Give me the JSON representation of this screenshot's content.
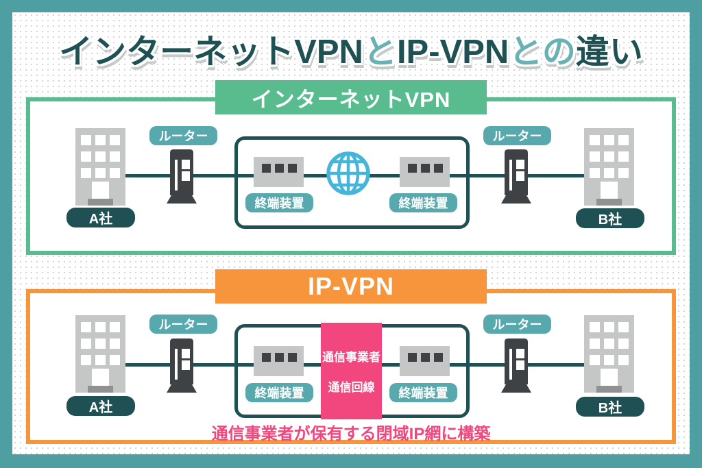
{
  "title": {
    "part1": "インターネットVPN",
    "part2": "と",
    "part3": "IP-VPN",
    "part4": "との",
    "part5": "違い"
  },
  "panel_top": {
    "header": "インターネットVPN"
  },
  "panel_bottom": {
    "header": "IP-VPN",
    "carrier_line1": "通信事業者",
    "carrier_line2": "通信回線",
    "caption": "通信事業者が保有する閉域IP網に構築"
  },
  "labels": {
    "router": "ルーター",
    "terminal": "終端装置",
    "company_a": "A社",
    "company_b": "B社"
  },
  "icons": {
    "building": "building-icon",
    "router": "router-icon",
    "terminal": "terminal-device-icon",
    "globe": "globe-internet-icon"
  },
  "colors": {
    "frame_teal": "#4F9EA2",
    "dark_teal": "#1F5154",
    "light_teal": "#68B2B6",
    "badge_teal": "#57A9AD",
    "panel_green": "#58BC8E",
    "panel_orange": "#F6953C",
    "pink": "#F1477E",
    "globe_blue": "#45B5D9",
    "icon_gray": "#C5C6C6",
    "icon_dark_gray": "#3E4244",
    "shadow_gray": "#C6C9C9"
  }
}
